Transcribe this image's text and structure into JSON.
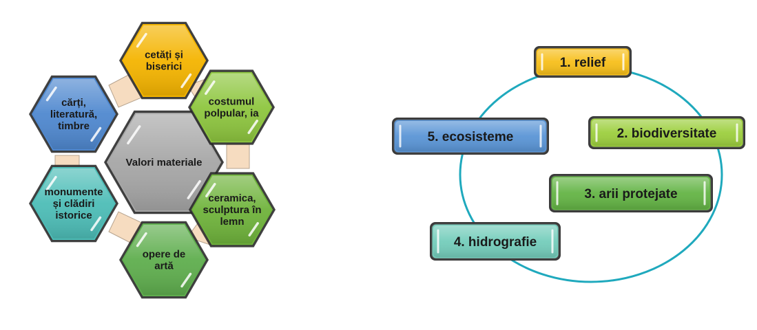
{
  "left_diagram": {
    "center": {
      "lines": [
        "Valori materiale"
      ],
      "color": "#a6a6a6"
    },
    "hexes": [
      {
        "id": "cetati",
        "lines": [
          "cetăți și",
          "biserici"
        ],
        "color": "#f4b400"
      },
      {
        "id": "costum",
        "lines": [
          "costumul",
          "polpular, ia"
        ],
        "color": "#8ec63f"
      },
      {
        "id": "ceramica",
        "lines": [
          "ceramica,",
          "sculptura în",
          "lemn"
        ],
        "color": "#6fb33b"
      },
      {
        "id": "opere",
        "lines": [
          "opere de",
          "artă"
        ],
        "color": "#5fae4e"
      },
      {
        "id": "monumente",
        "lines": [
          "monumente",
          "și clădiri",
          "istorice"
        ],
        "color": "#4dbdb7"
      },
      {
        "id": "carti",
        "lines": [
          "cărți,",
          "literatură,",
          "timbre"
        ],
        "color": "#4f88cf"
      }
    ]
  },
  "right_diagram": {
    "circle_color": "#1fa9bd",
    "boxes": [
      {
        "id": "relief",
        "label": "1. relief",
        "color": "#f7bf1a"
      },
      {
        "id": "biodiversitate",
        "label": "2. biodiversitate",
        "color": "#9dcf3e"
      },
      {
        "id": "arii",
        "label": "3. arii protejate",
        "color": "#64b445"
      },
      {
        "id": "hidrografie",
        "label": "4. hidrografie",
        "color": "#74cdbb"
      },
      {
        "id": "ecosisteme",
        "label": "5. ecosisteme",
        "color": "#5a95d6"
      }
    ]
  }
}
